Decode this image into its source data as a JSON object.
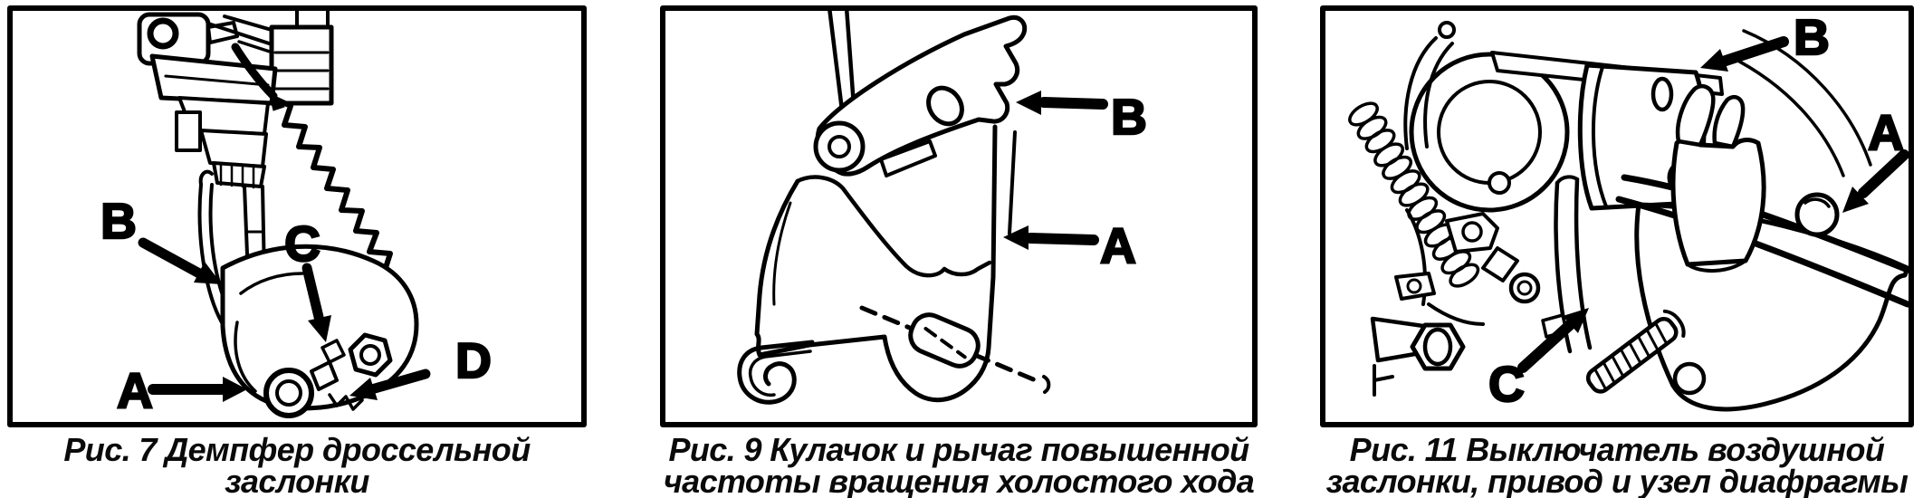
{
  "page": {
    "background": "#ffffff",
    "ink": "#000000"
  },
  "figures": [
    {
      "caption": [
        "Рис. 7 Демпфер дроссельной",
        "заслонки"
      ],
      "callouts": [
        {
          "label": "B",
          "points": "down-right"
        },
        {
          "label": "C",
          "points": "down"
        },
        {
          "label": "A",
          "points": "right"
        },
        {
          "label": "D",
          "points": "down-left"
        }
      ]
    },
    {
      "caption": [
        "Рис. 9 Кулачок и рычаг повышенной",
        "частоты вращения холостого хода"
      ],
      "callouts": [
        {
          "label": "B",
          "points": "left"
        },
        {
          "label": "A",
          "points": "left"
        }
      ]
    },
    {
      "caption": [
        "Рис. 11 Выключатель воздушной",
        "заслонки, привод и узел диафрагмы"
      ],
      "callouts": [
        {
          "label": "B",
          "points": "down-left"
        },
        {
          "label": "A",
          "points": "down-left"
        },
        {
          "label": "C",
          "points": "up-right"
        }
      ]
    }
  ]
}
